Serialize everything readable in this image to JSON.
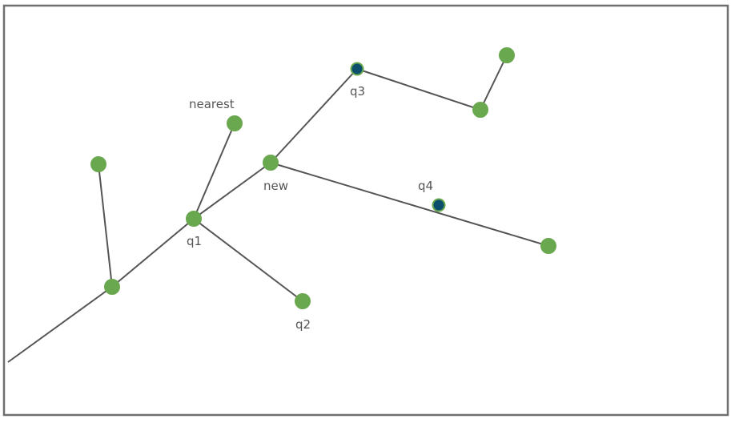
{
  "colors": {
    "frame": "#6f6f6f",
    "edge": "#555555",
    "node_fill": "#6aa84f",
    "node_highlight_fill": "#0b4f6c",
    "label": "#555555"
  },
  "labels": {
    "nearest": "nearest",
    "new": "new",
    "q1": "q1",
    "q2": "q2",
    "q3": "q3",
    "q4": "q4"
  }
}
